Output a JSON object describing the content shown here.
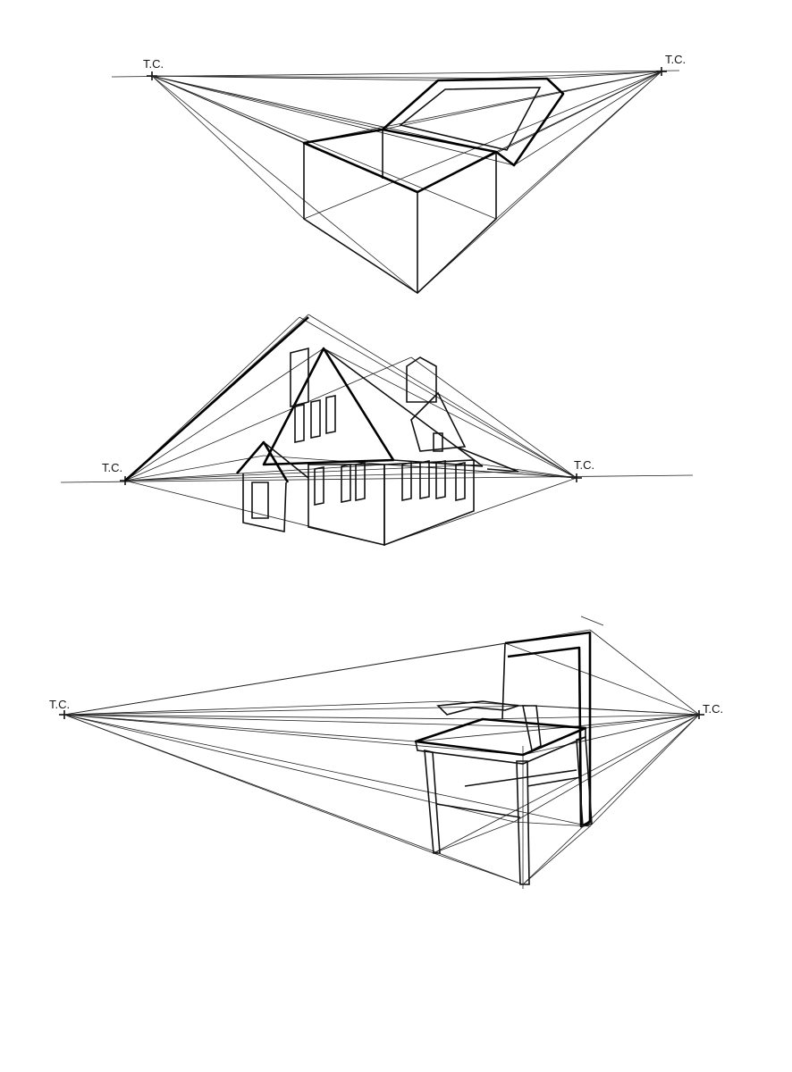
{
  "labels": {
    "box_left_vp": "T.C.",
    "box_right_vp": "T.C.",
    "house_left_vp": "T.C.",
    "house_right_vp": "T.C.",
    "chair_left_vp": "T.C.",
    "chair_right_vp": "T.C."
  },
  "colors": {
    "ink": "#111111",
    "paper": "#ffffff"
  }
}
